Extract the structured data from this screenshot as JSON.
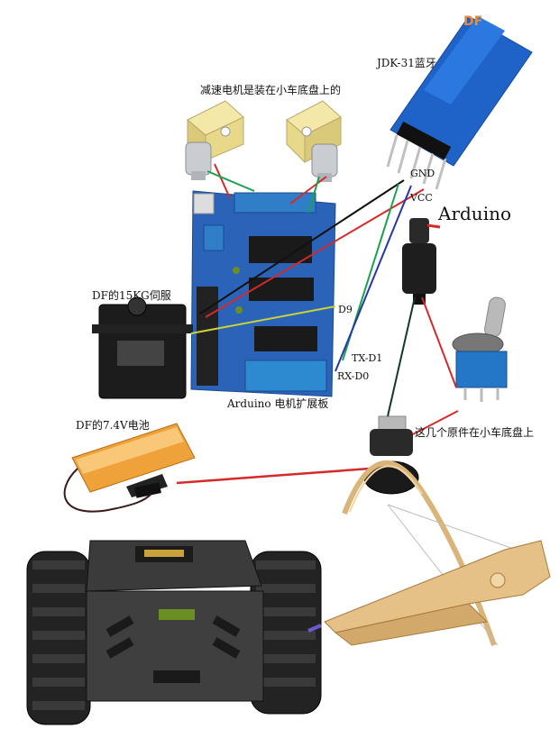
{
  "labels": {
    "gear_motor": "减速电机是装在小车底盘上的",
    "bluetooth": "JDK-31蓝牙",
    "gnd": "GND",
    "vcc": "VCC",
    "arduino": "Arduino",
    "servo": "DF的15KG伺服",
    "d9": "D9",
    "tx": "TX-D1",
    "rx": "RX-D0",
    "shield": "Arduino 电机扩展板",
    "battery": "DF的7.4V电池",
    "chassis_parts": "这几个原件在小车底盘上"
  },
  "watermark": "DF",
  "wire_colors": {
    "red": "#d42a2a",
    "black": "#111111",
    "green": "#1aa24a",
    "blue": "#2636a8",
    "yellow": "#c8d23a",
    "dark_green": "#0f3b25"
  },
  "component_colors": {
    "shield": "#2a63b8",
    "bluetooth": "#1f63c9",
    "battery": "#f0a23a",
    "chassis": "#2b2b2b"
  }
}
